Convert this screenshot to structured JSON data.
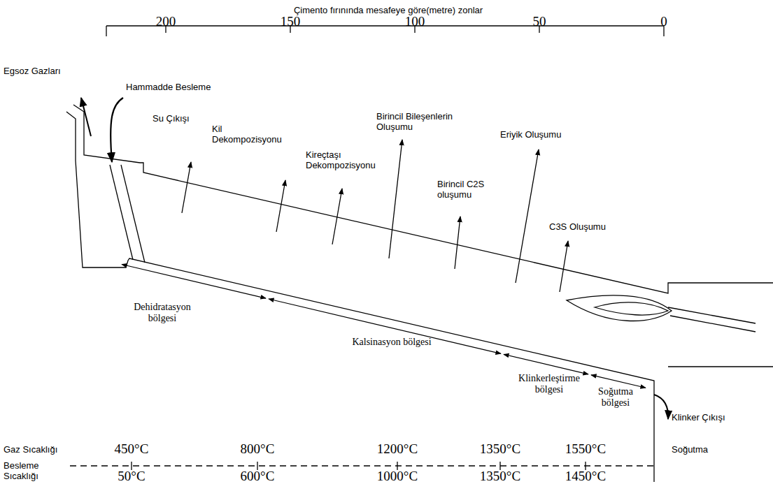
{
  "diagram": {
    "title": "Çimento fırınında mesafeye göre(metre) zonlar",
    "labels": [
      "200",
      "150",
      "100",
      "50",
      "0",
      "Egsoz Gazları",
      "Hammadde Besleme",
      "Su Çıkışı",
      "Kil Dekompozisyonu",
      "Kireçtaşı Dekompozisyonu",
      "Birincil Bileşenlerin Oluşumu",
      "Birincil C2S oluşumu",
      "Eriyik Oluşumu",
      "C3S Oluşumu",
      "Dehidratasyon bölgesi",
      "Kalsinasyon bölgesi",
      "Klinkerleştirme bölgesi",
      "Soğutma bölgesi",
      "Klinker Çıkışı",
      "Gaz Sıcaklığı",
      "450°C",
      "800°C",
      "1200°C",
      "1350°C",
      "1550°C",
      "Soğutma",
      "Besleme Sıcaklığı",
      "50°C",
      "600°C",
      "1000°C",
      "1350°C",
      "1450°C"
    ]
  }
}
